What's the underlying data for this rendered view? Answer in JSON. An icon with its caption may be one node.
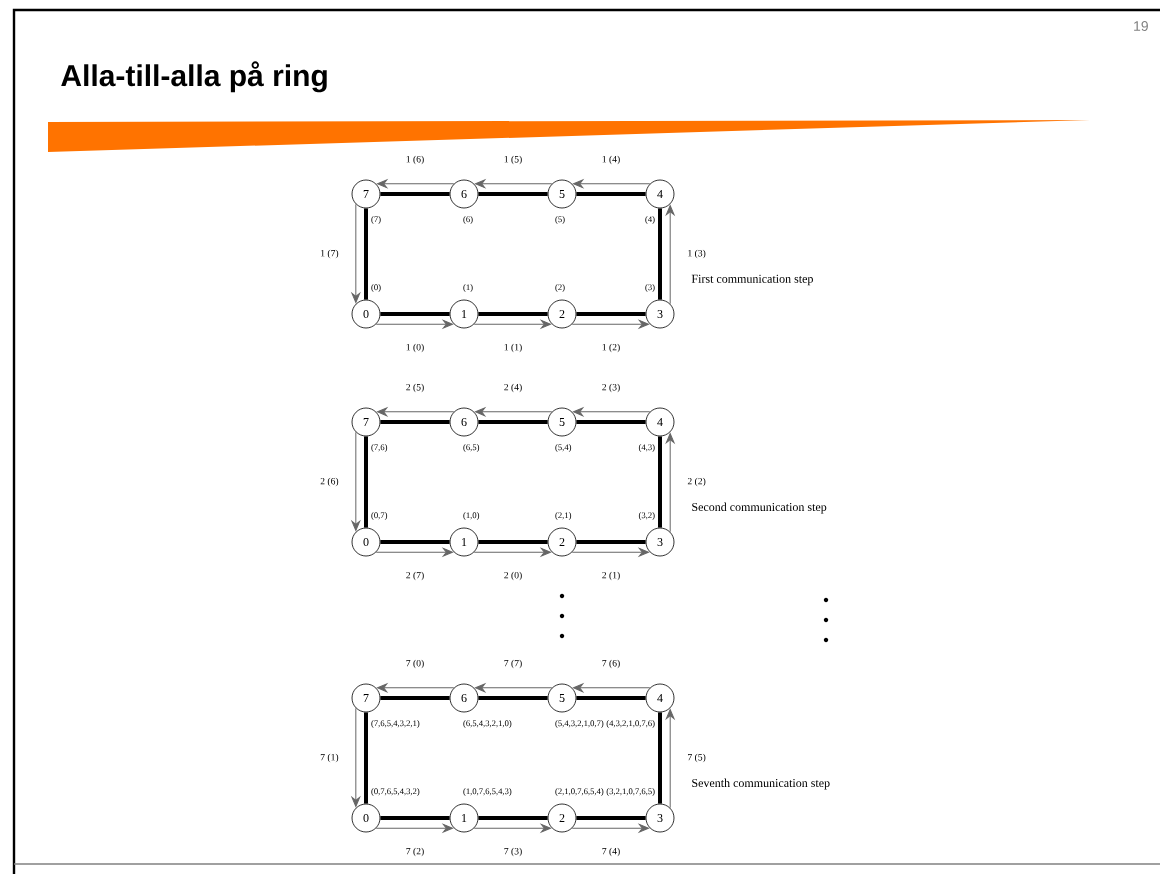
{
  "diagram": {
    "title": "Alla-till-alla på ring",
    "nodes": [
      {
        "text": [
          "7"
        ],
        "beside": [
          "(7)"
        ]
      },
      {
        "text": [
          "6"
        ],
        "beside": [
          "(6)"
        ]
      },
      {
        "text": [
          "5"
        ],
        "beside": [
          "(5)"
        ]
      },
      {
        "text": [
          "4"
        ],
        "beside": [
          "(4)"
        ]
      },
      {
        "text": [
          "0"
        ],
        "beside": [
          "(0)"
        ]
      },
      {
        "text": [
          "1"
        ],
        "beside": [
          "(1)"
        ]
      },
      {
        "text": [
          "2"
        ],
        "beside": [
          "(2)"
        ]
      },
      {
        "text": [
          "3"
        ],
        "beside": [
          "(3)"
        ]
      },
      {
        "text": [
          "7"
        ],
        "beside": [
          "(7,6)"
        ]
      },
      {
        "text": [
          "6"
        ],
        "beside": [
          "(6,5)"
        ]
      },
      {
        "text": [
          "5"
        ],
        "beside": [
          "(5,4)"
        ]
      },
      {
        "text": [
          "4"
        ],
        "beside": [
          "(4,3)"
        ]
      },
      {
        "text": [
          "0"
        ],
        "beside": [
          "(0,7)"
        ]
      },
      {
        "text": [
          "1"
        ],
        "beside": [
          "(1,0)"
        ]
      },
      {
        "text": [
          "2"
        ],
        "beside": [
          "(2,1)"
        ]
      },
      {
        "text": [
          "3"
        ],
        "beside": [
          "(3,2)"
        ]
      },
      {
        "text": [
          "7"
        ],
        "beside": [
          "(7,6,5,4,3,2,1)"
        ]
      },
      {
        "text": [
          "6"
        ],
        "beside": [
          "(6,5,4,3,2,1,0)"
        ]
      },
      {
        "text": [
          "5"
        ],
        "beside": [
          "(5,4,3,2,1,0,7)"
        ]
      },
      {
        "text": [
          "4"
        ],
        "beside": [
          "(4,3,2,1,0,7,6)"
        ]
      },
      {
        "text": [
          "0"
        ],
        "beside": [
          "(0,7,6,5,4,3,2)"
        ]
      },
      {
        "text": [
          "1"
        ],
        "beside": [
          "(1,0,7,6,5,4,3)"
        ]
      },
      {
        "text": [
          "2"
        ],
        "beside": [
          "(2,1,0,7,6,5,4)"
        ]
      },
      {
        "text": [
          "3"
        ],
        "beside": [
          "(3,2,1,0,7,6,5)"
        ]
      }
    ],
    "edges": [
      {
        "from": 4,
        "to": 5,
        "arrow": "none",
        "style": "thick"
      },
      {
        "from": 5,
        "to": 6,
        "arrow": "none",
        "style": "thick"
      },
      {
        "from": 6,
        "to": 7,
        "arrow": "none",
        "style": "thick"
      },
      {
        "from": 7,
        "to": 3,
        "arrow": "none",
        "style": "thick"
      },
      {
        "from": 3,
        "to": 2,
        "arrow": "none",
        "style": "thick"
      },
      {
        "from": 2,
        "to": 1,
        "arrow": "none",
        "style": "thick"
      },
      {
        "from": 1,
        "to": 0,
        "arrow": "none",
        "style": "thick"
      },
      {
        "from": 0,
        "to": 4,
        "arrow": "none",
        "style": "thick"
      },
      {
        "from": 4,
        "to": 5,
        "arrow": "to",
        "label": "1 (0)",
        "color": "#666666"
      },
      {
        "from": 5,
        "to": 6,
        "arrow": "to",
        "label": "1 (1)",
        "color": "#666666"
      },
      {
        "from": 6,
        "to": 7,
        "arrow": "to",
        "label": "1 (2)",
        "color": "#666666"
      },
      {
        "from": 7,
        "to": 3,
        "arrow": "to",
        "label": "1 (3)",
        "color": "#666666"
      },
      {
        "from": 3,
        "to": 2,
        "arrow": "to",
        "label": "1 (4)",
        "color": "#666666"
      },
      {
        "from": 2,
        "to": 1,
        "arrow": "to",
        "label": "1 (5)",
        "color": "#666666"
      },
      {
        "from": 1,
        "to": 0,
        "arrow": "to",
        "label": "1 (6)",
        "color": "#666666"
      },
      {
        "from": 0,
        "to": 4,
        "arrow": "to",
        "label": "1 (7)",
        "color": "#666666"
      },
      {
        "from": 12,
        "to": 13,
        "arrow": "none",
        "style": "thick"
      },
      {
        "from": 13,
        "to": 14,
        "arrow": "none",
        "style": "thick"
      },
      {
        "from": 14,
        "to": 15,
        "arrow": "none",
        "style": "thick"
      },
      {
        "from": 15,
        "to": 11,
        "arrow": "none",
        "style": "thick"
      },
      {
        "from": 11,
        "to": 10,
        "arrow": "none",
        "style": "thick"
      },
      {
        "from": 10,
        "to": 9,
        "arrow": "none",
        "style": "thick"
      },
      {
        "from": 9,
        "to": 8,
        "arrow": "none",
        "style": "thick"
      },
      {
        "from": 8,
        "to": 12,
        "arrow": "none",
        "style": "thick"
      },
      {
        "from": 12,
        "to": 13,
        "arrow": "to",
        "label": "2 (7)",
        "color": "#666666"
      },
      {
        "from": 13,
        "to": 14,
        "arrow": "to",
        "label": "2 (0)",
        "color": "#666666"
      },
      {
        "from": 14,
        "to": 15,
        "arrow": "to",
        "label": "2 (1)",
        "color": "#666666"
      },
      {
        "from": 15,
        "to": 11,
        "arrow": "to",
        "label": "2 (2)",
        "color": "#666666"
      },
      {
        "from": 11,
        "to": 10,
        "arrow": "to",
        "label": "2 (3)",
        "color": "#666666"
      },
      {
        "from": 10,
        "to": 9,
        "arrow": "to",
        "label": "2 (4)",
        "color": "#666666"
      },
      {
        "from": 9,
        "to": 8,
        "arrow": "to",
        "label": "2 (5)",
        "color": "#666666"
      },
      {
        "from": 8,
        "to": 12,
        "arrow": "to",
        "label": "2 (6)",
        "color": "#666666"
      },
      {
        "from": 20,
        "to": 21,
        "arrow": "none",
        "style": "thick"
      },
      {
        "from": 21,
        "to": 22,
        "arrow": "none",
        "style": "thick"
      },
      {
        "from": 22,
        "to": 23,
        "arrow": "none",
        "style": "thick"
      },
      {
        "from": 23,
        "to": 19,
        "arrow": "none",
        "style": "thick"
      },
      {
        "from": 19,
        "to": 18,
        "arrow": "none",
        "style": "thick"
      },
      {
        "from": 18,
        "to": 17,
        "arrow": "none",
        "style": "thick"
      },
      {
        "from": 17,
        "to": 16,
        "arrow": "none",
        "style": "thick"
      },
      {
        "from": 16,
        "to": 20,
        "arrow": "none",
        "style": "thick"
      },
      {
        "from": 20,
        "to": 21,
        "arrow": "to",
        "label": "7 (2)",
        "color": "#666666"
      },
      {
        "from": 21,
        "to": 22,
        "arrow": "to",
        "label": "7 (3)",
        "color": "#666666"
      },
      {
        "from": 22,
        "to": 23,
        "arrow": "to",
        "label": "7 (4)",
        "color": "#666666"
      },
      {
        "from": 23,
        "to": 19,
        "arrow": "to",
        "label": "7 (5)",
        "color": "#666666"
      },
      {
        "from": 19,
        "to": 18,
        "arrow": "to",
        "label": "7 (6)",
        "color": "#666666"
      },
      {
        "from": 18,
        "to": 17,
        "arrow": "to",
        "label": "7 (7)",
        "color": "#666666"
      },
      {
        "from": 17,
        "to": 16,
        "arrow": "to",
        "label": "7 (0)",
        "color": "#666666"
      },
      {
        "from": 16,
        "to": 20,
        "arrow": "to",
        "label": "7 (1)",
        "color": "#666666"
      }
    ],
    "labels": [
      "19",
      "First communication step",
      "Second communication step",
      "Seventh communication step"
    ]
  }
}
